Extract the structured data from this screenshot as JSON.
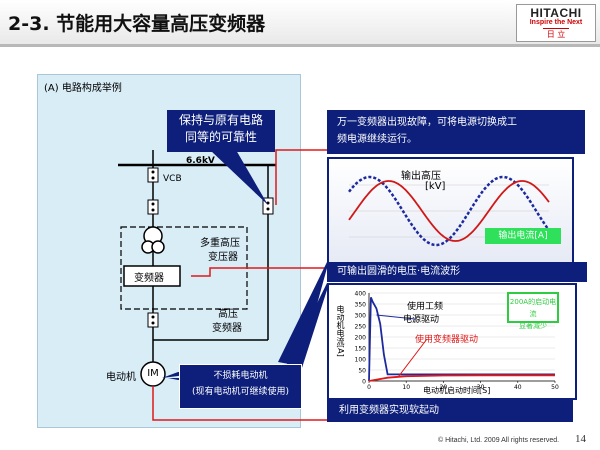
{
  "header": {
    "title": "2-3. 节能用大容量高压变频器",
    "logo_main": "HITACHI",
    "logo_sub": "Inspire the Next",
    "logo_cn": "日 立"
  },
  "panel": {
    "label": "(A) 电路构成举例",
    "voltage": "6.6kV",
    "vcb": "VCB",
    "multi_transformer_1": "多重高压",
    "multi_transformer_2": "变压器",
    "inverter": "变频器",
    "hv_inverter_1": "高压",
    "hv_inverter_2": "变频器",
    "motor_label": "电动机",
    "motor_symbol": "IM"
  },
  "callouts": {
    "keep_line1": "保持与原有电路",
    "keep_line2": "同等的可靠性",
    "noloss_line1": "不损耗电动机",
    "noloss_line2": "(现有电动机可继续使用)",
    "switch_line1": "万一变频器出现故障，可将电源切换成工",
    "switch_line2": "频电源继续运行。",
    "smooth": "可输出圆滑的电压·电流波形",
    "soft": "利用变频器实现软起动"
  },
  "wave": {
    "voltage_label_1": "输出高压",
    "voltage_label_2": "[kV]",
    "current_label": "输出电流[A]"
  },
  "chart_data": {
    "type": "line",
    "ylabel": "电动机电流[A]",
    "xlabel": "电动机启动时间[S]",
    "x_ticks": [
      "0",
      "10",
      "20",
      "30",
      "40",
      "50"
    ],
    "y_ticks": [
      "0",
      "50",
      "100",
      "150",
      "200",
      "250",
      "300",
      "350",
      "400"
    ],
    "xlim": [
      0,
      50
    ],
    "ylim": [
      0,
      400
    ],
    "series": [
      {
        "name": "使用工频电源驱动",
        "color": "#1d2a9e",
        "x": [
          0,
          0.5,
          1,
          2,
          3,
          4,
          5,
          50
        ],
        "y": [
          0,
          380,
          360,
          330,
          260,
          120,
          30,
          30
        ]
      },
      {
        "name": "使用变频器驱动",
        "color": "#e01818",
        "x": [
          0,
          5,
          10,
          20,
          30,
          40,
          50
        ],
        "y": [
          0,
          15,
          22,
          25,
          26,
          26,
          26
        ]
      }
    ],
    "annotations": {
      "line_start_1": "使用工频",
      "line_start_2": "电源驱动",
      "inverter_start": "使用变频器驱动",
      "green_box_1": "200A的启动电流",
      "green_box_2": "显著减少"
    }
  },
  "footer": {
    "copyright": "© Hitachi, Ltd. 2009   All rights reserved.",
    "page": "14"
  }
}
